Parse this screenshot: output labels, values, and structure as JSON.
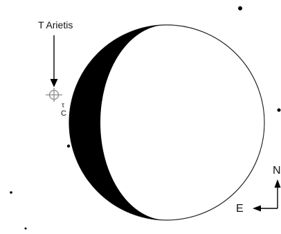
{
  "target_label": "T Arietis",
  "star_marks": [
    "τ",
    "C"
  ],
  "compass": {
    "north": "N",
    "east": "E"
  },
  "colors": {
    "background": "#ffffff",
    "ink": "#000000",
    "moon_outline": "#222222",
    "target_symbol": "#8a8a8a"
  }
}
